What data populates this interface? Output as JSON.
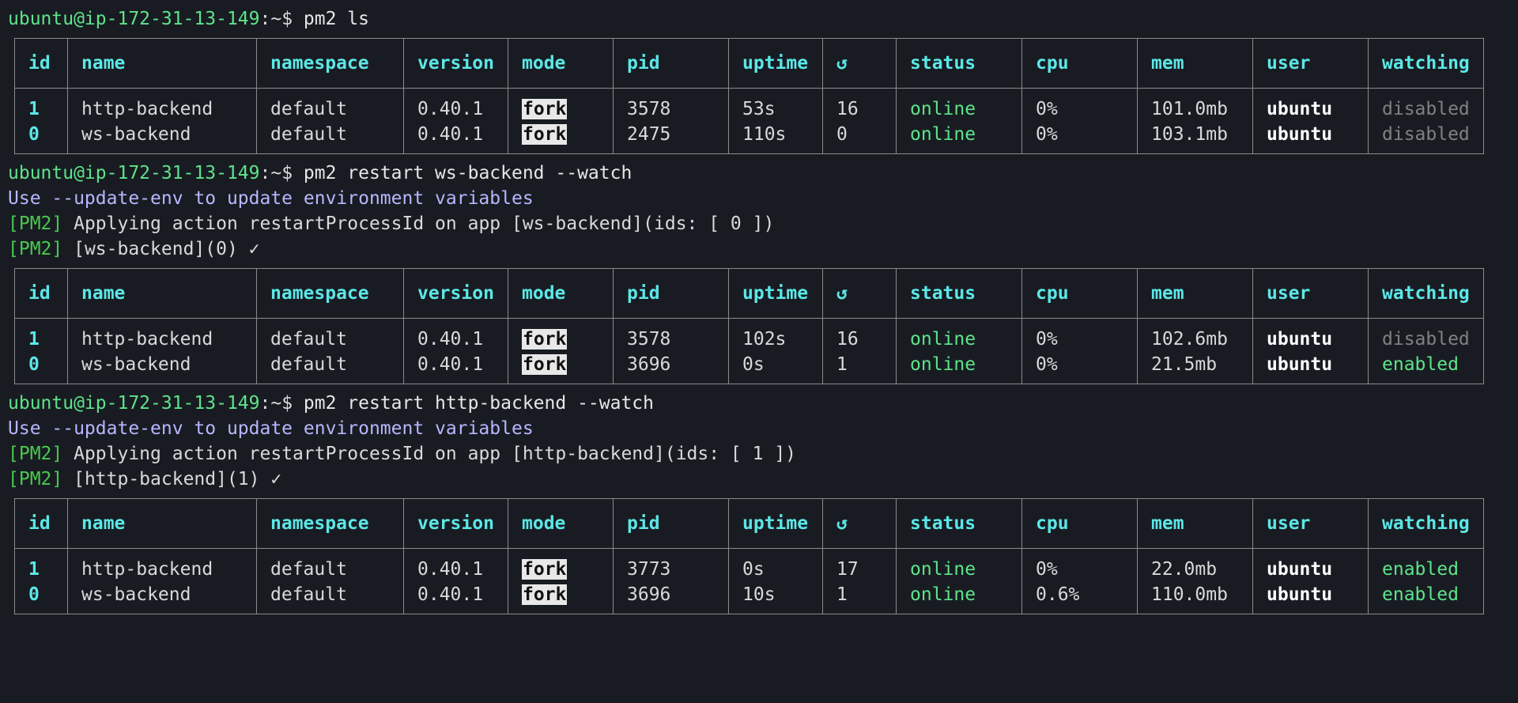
{
  "prompt": {
    "user_host": "ubuntu@ip-172-31-13-149",
    "path": ":~$ "
  },
  "commands": [
    "pm2 ls",
    "pm2 restart ws-backend --watch",
    "pm2 restart http-backend --watch"
  ],
  "info_line": "Use --update-env to update environment variables",
  "pm2_tag": "[PM2]",
  "outputs": {
    "block2": {
      "applying": " Applying action restartProcessId on app [ws-backend](ids: [ 0 ])",
      "done": " [ws-backend](0) ✓"
    },
    "block3": {
      "applying": " Applying action restartProcessId on app [http-backend](ids: [ 1 ])",
      "done": " [http-backend](1) ✓"
    }
  },
  "table_headers": [
    "id",
    "name",
    "namespace",
    "version",
    "mode",
    "pid",
    "uptime",
    "↺",
    "status",
    "cpu",
    "mem",
    "user",
    "watching"
  ],
  "tables": [
    [
      {
        "id": "1",
        "name": "http-backend",
        "namespace": "default",
        "version": "0.40.1",
        "mode": "fork",
        "pid": "3578",
        "uptime": "53s",
        "restarts": "16",
        "status": "online",
        "cpu": "0%",
        "mem": "101.0mb",
        "user": "ubuntu",
        "watching": "disabled"
      },
      {
        "id": "0",
        "name": "ws-backend",
        "namespace": "default",
        "version": "0.40.1",
        "mode": "fork",
        "pid": "2475",
        "uptime": "110s",
        "restarts": "0",
        "status": "online",
        "cpu": "0%",
        "mem": "103.1mb",
        "user": "ubuntu",
        "watching": "disabled"
      }
    ],
    [
      {
        "id": "1",
        "name": "http-backend",
        "namespace": "default",
        "version": "0.40.1",
        "mode": "fork",
        "pid": "3578",
        "uptime": "102s",
        "restarts": "16",
        "status": "online",
        "cpu": "0%",
        "mem": "102.6mb",
        "user": "ubuntu",
        "watching": "disabled"
      },
      {
        "id": "0",
        "name": "ws-backend",
        "namespace": "default",
        "version": "0.40.1",
        "mode": "fork",
        "pid": "3696",
        "uptime": "0s",
        "restarts": "1",
        "status": "online",
        "cpu": "0%",
        "mem": "21.5mb",
        "user": "ubuntu",
        "watching": "enabled"
      }
    ],
    [
      {
        "id": "1",
        "name": "http-backend",
        "namespace": "default",
        "version": "0.40.1",
        "mode": "fork",
        "pid": "3773",
        "uptime": "0s",
        "restarts": "17",
        "status": "online",
        "cpu": "0%",
        "mem": "22.0mb",
        "user": "ubuntu",
        "watching": "enabled"
      },
      {
        "id": "0",
        "name": "ws-backend",
        "namespace": "default",
        "version": "0.40.1",
        "mode": "fork",
        "pid": "3696",
        "uptime": "10s",
        "restarts": "1",
        "status": "online",
        "cpu": "0.6%",
        "mem": "110.0mb",
        "user": "ubuntu",
        "watching": "enabled"
      }
    ]
  ],
  "colors": {
    "background": "#181c22",
    "header_cyan": "#5ce7e7",
    "online_green": "#5ee38a",
    "info_lavender": "#b8b6ff",
    "tag_green": "#49c84f",
    "disabled_grey": "#808080"
  }
}
